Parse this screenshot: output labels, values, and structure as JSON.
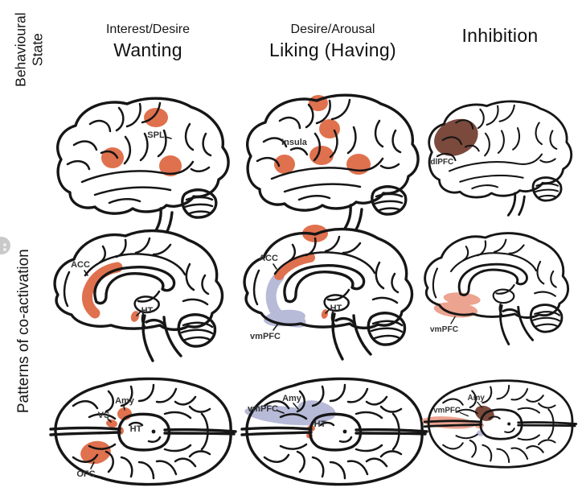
{
  "axis_labels": {
    "behavioural_state_line1": "Behavioural",
    "behavioural_state_line2": "State",
    "patterns": "Patterns of co-activation"
  },
  "columns": [
    {
      "subtitle": "Interest/Desire",
      "title": "Wanting"
    },
    {
      "subtitle": "Desire/Arousal",
      "title": "Liking (Having)"
    },
    {
      "subtitle": "",
      "title": "Inhibition"
    }
  ],
  "brain_labels": {
    "lateral_wanting": {
      "spl": "SPL"
    },
    "lateral_liking": {
      "insula": "Insula"
    },
    "lateral_inhibition": {
      "dlpfc": "dlPFC"
    },
    "medial_wanting": {
      "acc": "ACC",
      "ht": "HT"
    },
    "medial_liking": {
      "acc": "ACC",
      "vmpfc": "vmPFC",
      "ht": "HT"
    },
    "medial_inhibition": {
      "vmpfc": "vmPFC"
    },
    "axial_wanting": {
      "amy": "Amy",
      "vs": "VS",
      "ht": "HT",
      "ofc": "OFC"
    },
    "axial_liking": {
      "amy": "Amy",
      "vmpfc": "vmPFC",
      "ht": "HT"
    },
    "axial_inhibition": {
      "amy": "Amy",
      "vmpfc": "vmPFC"
    }
  },
  "colors": {
    "activation_orange": "#E0714E",
    "activation_brown": "#7B4A3C",
    "activation_lavender": "#B7BBD8",
    "activation_pink": "#ECA390",
    "line_black": "#161616"
  }
}
